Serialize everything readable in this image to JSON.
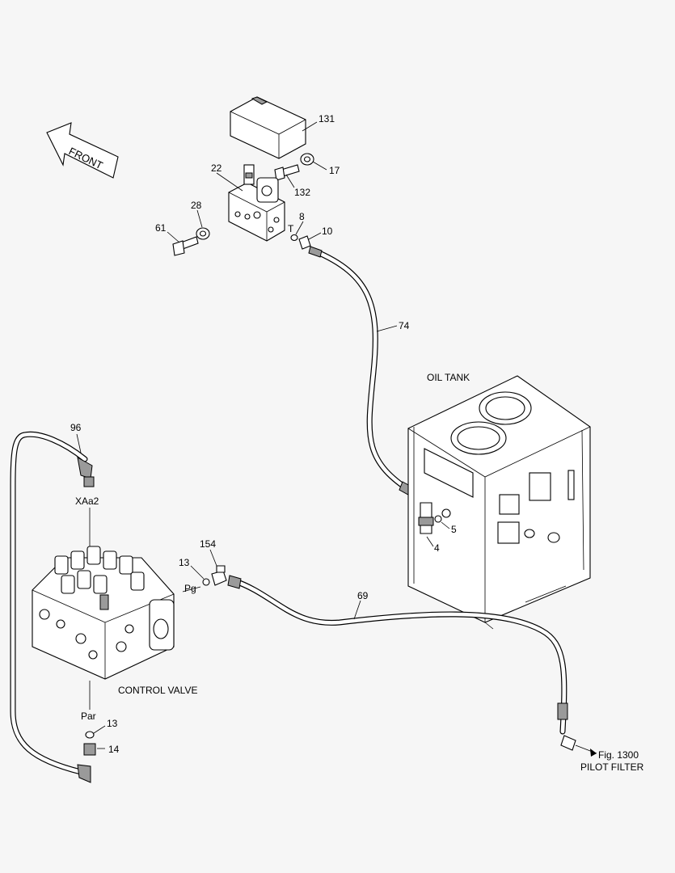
{
  "front_arrow": {
    "text": "FRONT"
  },
  "labels": {
    "oil_tank": "OIL TANK",
    "control_valve": "CONTROL VALVE",
    "fig_ref": "Fig. 1300",
    "pilot_filter": "PILOT FILTER",
    "port_t": "T",
    "port_xaa2": "XAa2",
    "port_pg": "Pg",
    "port_par": "Par"
  },
  "callouts": {
    "c131": "131",
    "c17": "17",
    "c22": "22",
    "c132": "132",
    "c28": "28",
    "c61": "61",
    "c8": "8",
    "c10": "10",
    "c74": "74",
    "c96": "96",
    "c5": "5",
    "c4": "4",
    "c154": "154",
    "c13a": "13",
    "c69": "69",
    "c13b": "13",
    "c14": "14"
  }
}
